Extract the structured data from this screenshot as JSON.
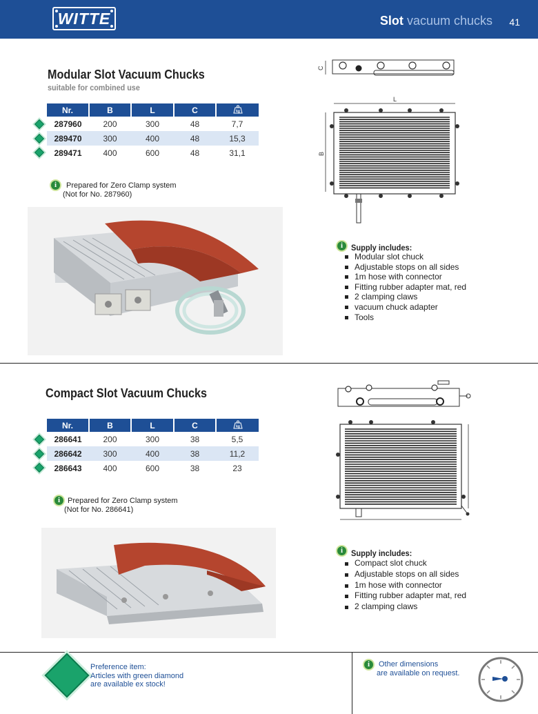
{
  "header": {
    "logo_text": "WITTE",
    "title_bold": "Slot",
    "title_light": "vacuum chucks",
    "page_number": "41"
  },
  "section1": {
    "title": "Modular Slot Vacuum Chucks",
    "subtitle": "suitable for combined use",
    "columns": [
      "Nr.",
      "B",
      "L",
      "C",
      "kg"
    ],
    "rows": [
      [
        "287960",
        "200",
        "300",
        "48",
        "7,7"
      ],
      [
        "289470",
        "300",
        "400",
        "48",
        "15,3"
      ],
      [
        "289471",
        "400",
        "600",
        "48",
        "31,1"
      ]
    ],
    "note_line1": "Prepared for Zero Clamp system",
    "note_line2": "(Not for No. 287960)",
    "drawing_labels": {
      "c": "C",
      "l": "L",
      "b": "B"
    },
    "supply_title": "Supply includes:",
    "supply_items": [
      "Modular slot chuck",
      "Adjustable stops on all sides",
      "1m hose with connector",
      "Fitting rubber adapter mat, red",
      "2 clamping claws",
      "vacuum chuck adapter",
      "Tools"
    ]
  },
  "section2": {
    "title": "Compact Slot Vacuum Chucks",
    "columns": [
      "Nr.",
      "B",
      "L",
      "C",
      "kg"
    ],
    "rows": [
      [
        "286641",
        "200",
        "300",
        "38",
        "5,5"
      ],
      [
        "286642",
        "300",
        "400",
        "38",
        "11,2"
      ],
      [
        "286643",
        "400",
        "600",
        "38",
        "23"
      ]
    ],
    "note_line1": "Prepared for Zero Clamp system",
    "note_line2": "(Not for No. 286641)",
    "supply_title": "Supply includes:",
    "supply_items": [
      "Compact slot chuck",
      "Adjustable stops on all sides",
      "1m hose with connector",
      "Fitting rubber adapter mat, red",
      "2 clamping claws"
    ]
  },
  "footer": {
    "preference_line1": "Preference item:",
    "preference_line2": "Articles with green diamond",
    "preference_line3": "are available ex stock!",
    "other_line1": "Other dimensions",
    "other_line2": "are available on request."
  },
  "colors": {
    "brand_blue": "#1e4f96",
    "row_highlight": "#dbe6f4",
    "stock_green": "#1aa36b",
    "mat_red": "#b5452e"
  }
}
